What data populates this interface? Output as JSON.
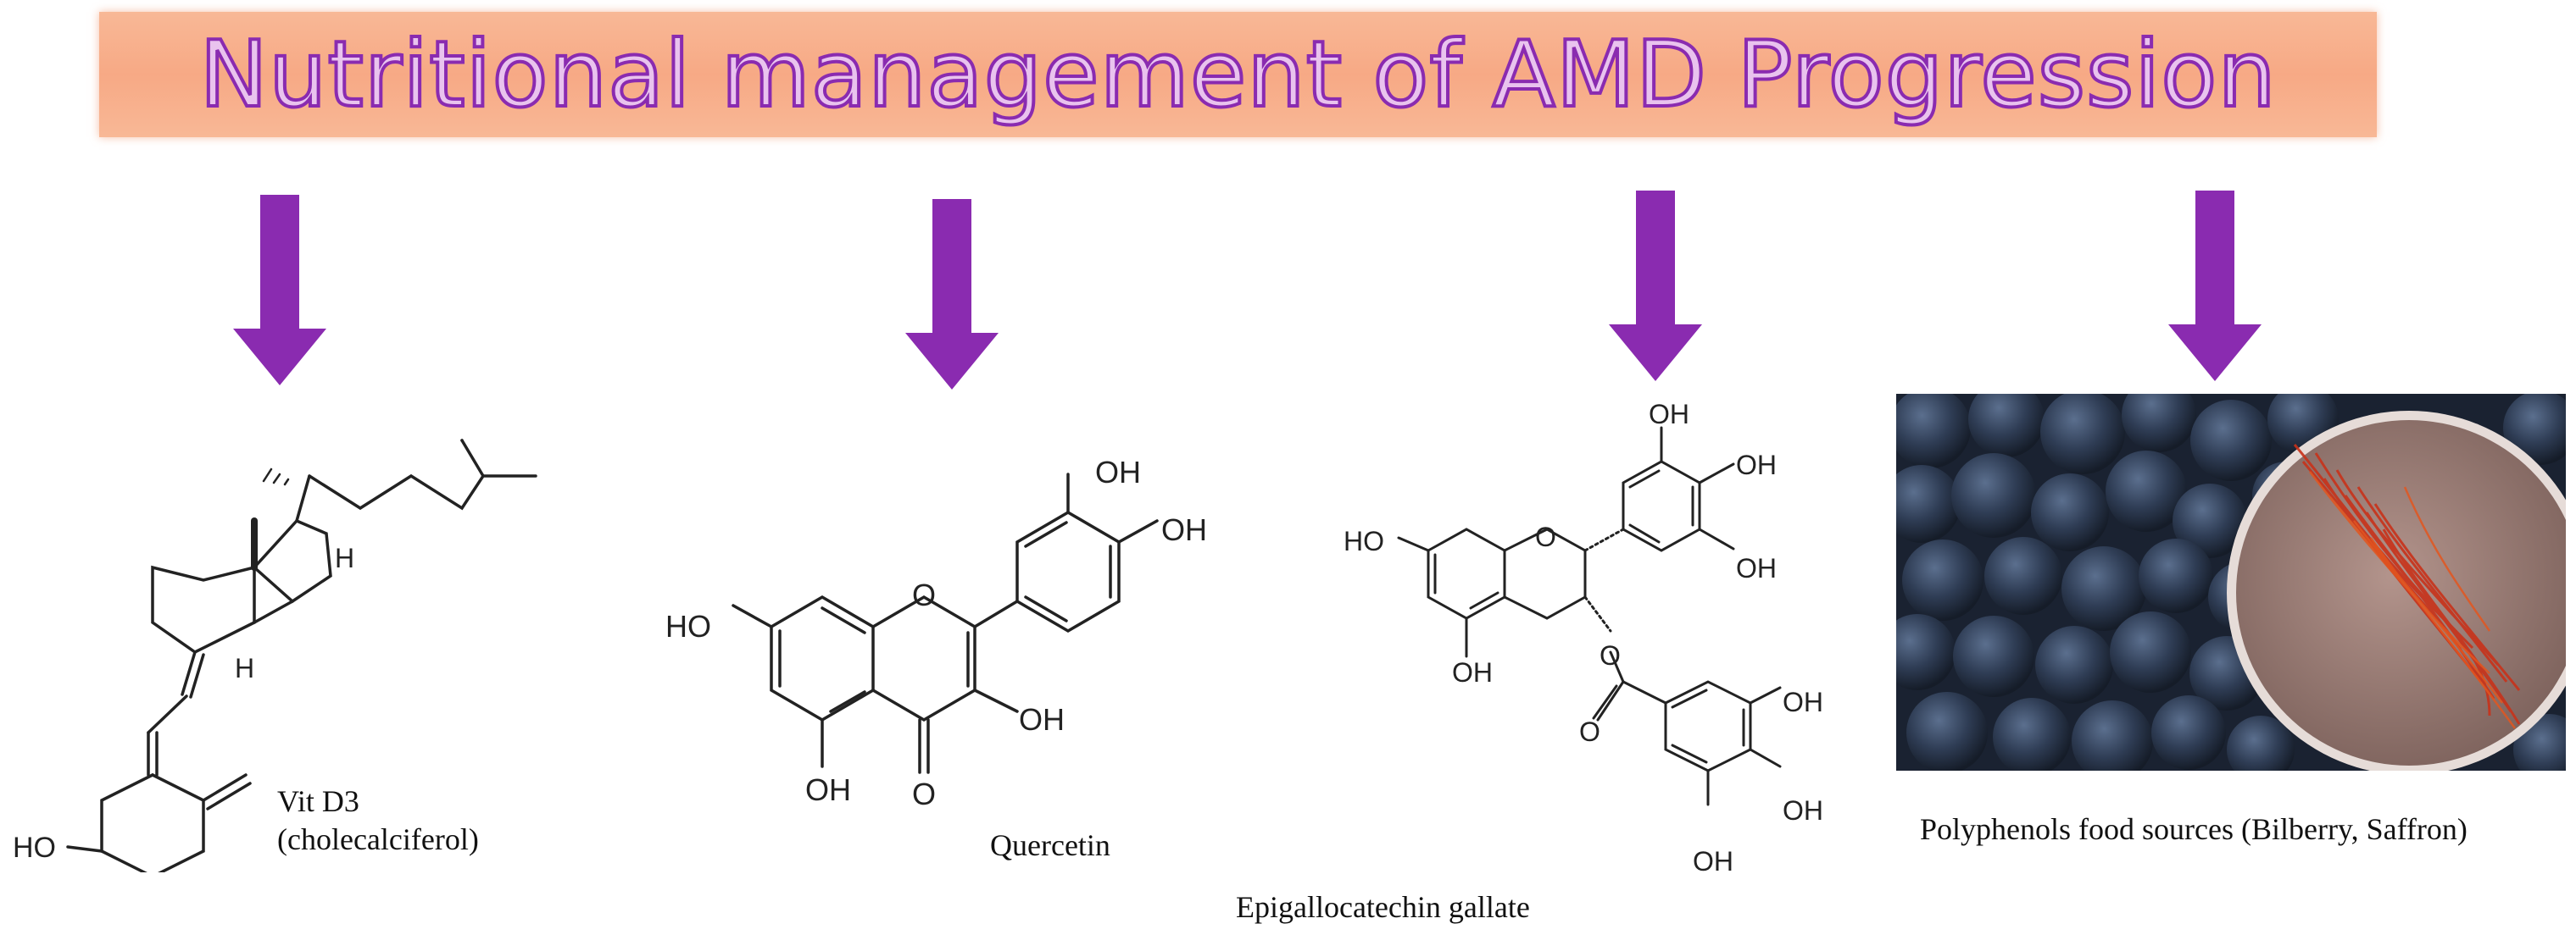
{
  "title": "Nutritional management of AMD Progression",
  "items": [
    {
      "caption_lines": [
        "Vit D3",
        "(cholecalciferol)"
      ]
    },
    {
      "caption_lines": [
        "Quercetin"
      ]
    },
    {
      "caption_lines": [
        "Epigallocatechin gallate"
      ]
    },
    {
      "caption_lines": [
        "Polyphenols food sources (Bilberry, Saffron)"
      ]
    }
  ],
  "atom_labels": {
    "hydroxyl": "OH",
    "hydroxyl_left": "HO",
    "oxygen": "O",
    "hydrogen": "H"
  },
  "colors": {
    "arrow": "#8a2bb0",
    "banner_fill": "#f7a985",
    "title_fill": "#e9c3ee",
    "title_stroke": "#8a2bb0"
  },
  "icons": [
    "down-arrow-icon"
  ]
}
